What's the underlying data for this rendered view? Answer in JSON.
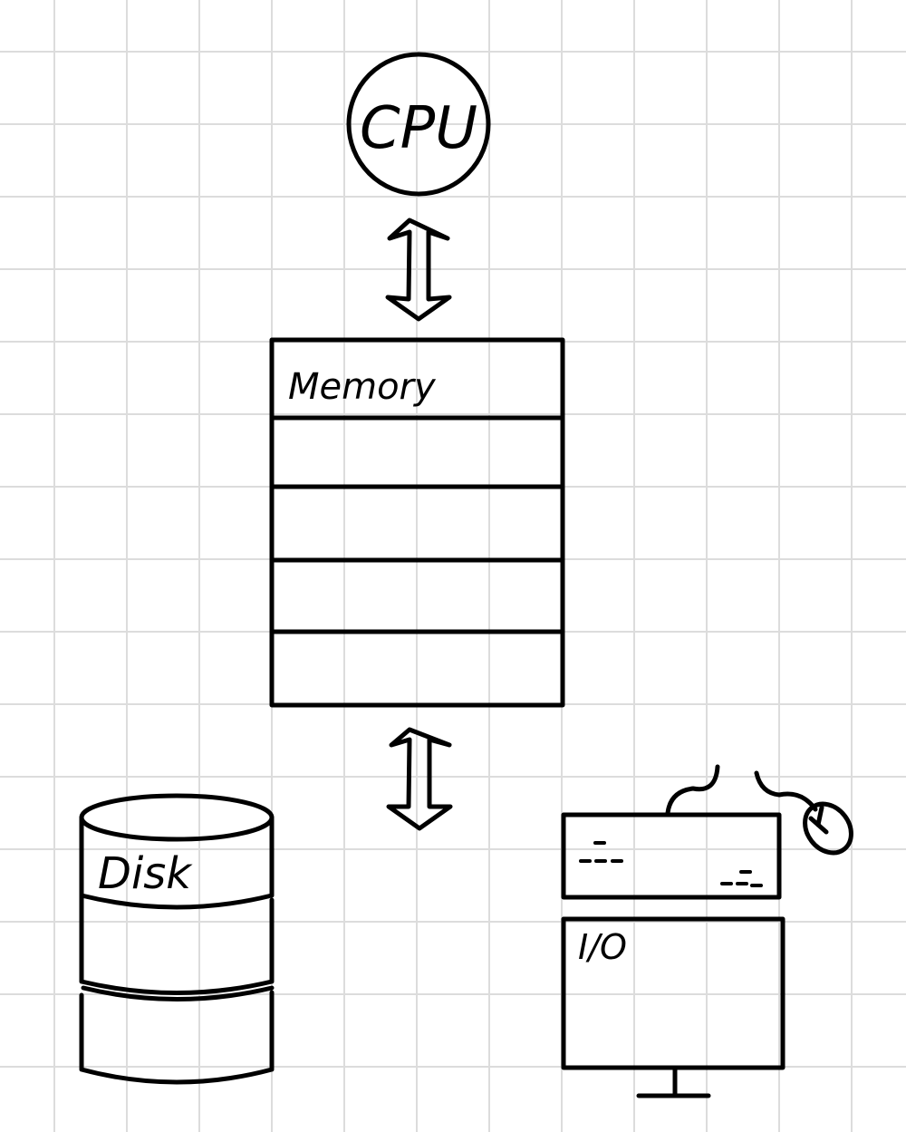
{
  "diagram": {
    "cpu": {
      "label": "CPU"
    },
    "memory": {
      "label": "Memory",
      "slot_count": 5
    },
    "disk": {
      "label": "Disk"
    },
    "io": {
      "label": "I/O"
    }
  },
  "colors": {
    "grid": "#dcdcdc",
    "stroke": "#000000",
    "background": "#ffffff"
  }
}
